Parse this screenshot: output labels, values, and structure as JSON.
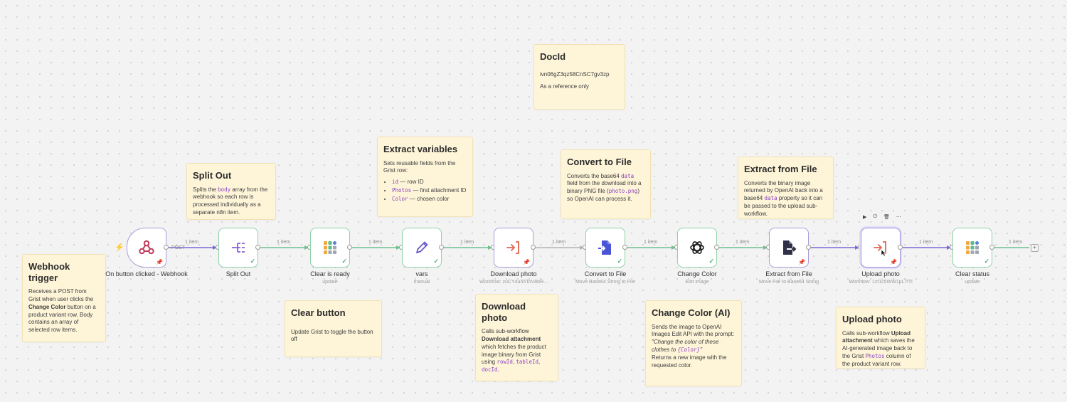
{
  "stickies": {
    "docid": {
      "title": "DocId",
      "line1": "ivn06gZ3qz58CnSC7gv3zp",
      "line2": "As a reference only"
    },
    "webhook": {
      "title": "Webhook trigger",
      "t1": "Receives a POST from Grist when user clicks the ",
      "b1": "Change Color",
      "t2": " button on a product variant row. Body contains an array of selected row items."
    },
    "splitout": {
      "title": "Split Out",
      "t1": "Splits the ",
      "c1": "body",
      "t2": " array from the webhook so each row is processed individually as a separate n8n item."
    },
    "extract": {
      "title": "Extract variables",
      "intro": "Sets reusable fields from the Grist row:",
      "i1c": "id",
      "i1t": " — row ID",
      "i2c": "Photos",
      "i2t": " — first attachment ID",
      "i3c": "Color",
      "i3t": " — chosen color"
    },
    "convert": {
      "title": "Convert to File",
      "t1": "Converts the base64 ",
      "c1": "data",
      "t2": " field from the download into a binary PNG file (",
      "c2": "photo.png",
      "t3": ") so OpenAI can process it."
    },
    "extractfile": {
      "title": "Extract from File",
      "t1": "Converts the binary image returned by OpenAI back into a base64 ",
      "c1": "data",
      "t2": " property so it can be passed to the upload sub-workflow."
    },
    "clearbtn": {
      "title": "Clear button",
      "body": "Update Grist to toggle the button off"
    },
    "download": {
      "title": "Download photo",
      "t1": "Calls sub-workflow ",
      "b1": "Download attachment",
      "t2": " which fetches the product image binary from Grist using ",
      "c1": "rowId",
      "s1": ", ",
      "c2": "tableId",
      "s2": ", ",
      "c3": "docId",
      "t3": "."
    },
    "changecolor": {
      "title": "Change Color (AI)",
      "t1": "Sends the image to OpenAI Images Edit API with the prompt:",
      "q1": "\"Change the color of these clothes to ",
      "qc": "{Color}",
      "q2": "\"",
      "t2": "Returns a new image with the requested color."
    },
    "upload": {
      "title": "Upload photo",
      "t1": "Calls sub-workflow ",
      "b1": "Upload attachment",
      "t2": " which saves the AI-generated image back to the Grist ",
      "c1": "Photos",
      "t3": " column of the product variant row."
    }
  },
  "nodes": [
    {
      "key": "webhook",
      "label": "On button clicked - Webhook",
      "sub": ""
    },
    {
      "key": "splitout",
      "label": "Split Out",
      "sub": ""
    },
    {
      "key": "clearready",
      "label": "Clear is ready",
      "sub": "update"
    },
    {
      "key": "vars",
      "label": "vars",
      "sub": "manual"
    },
    {
      "key": "download",
      "label": "Download photo",
      "sub": "Workflow: zuCY4u55ToV8bR..."
    },
    {
      "key": "convert",
      "label": "Convert to File",
      "sub": "Move Base64 String to File"
    },
    {
      "key": "changecolor",
      "label": "Change Color",
      "sub": "Edit image"
    },
    {
      "key": "extractfile",
      "label": "Extract from File",
      "sub": "Move File to Base64 String"
    },
    {
      "key": "upload",
      "label": "Upload photo",
      "sub": "Workflow: 1zf1c5WW1pL7lTl"
    },
    {
      "key": "clearstatus",
      "label": "Clear status",
      "sub": "update"
    }
  ],
  "edges": {
    "post": "POST",
    "items": "1 item"
  },
  "colors": {
    "success": "#55b27a",
    "subworkflow": "#7b68d6",
    "sticky": "#fef5d9",
    "grist": "#5fb98b"
  }
}
